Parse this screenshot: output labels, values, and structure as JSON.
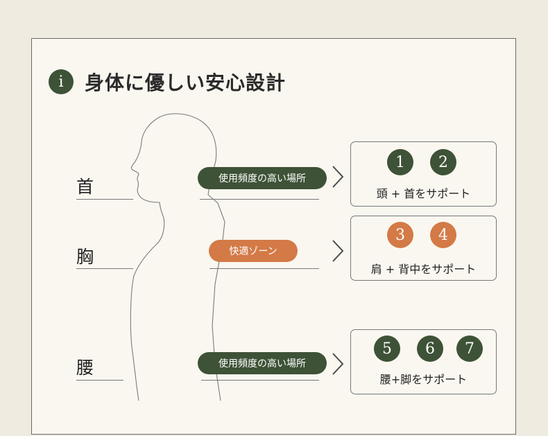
{
  "title": {
    "icon": "info-icon",
    "icon_glyph": "i",
    "text": "身体に優しい安心設計"
  },
  "labels": {
    "neck": "首",
    "chest": "胸",
    "waist": "腰"
  },
  "pills": {
    "neck": "使用頻度の高い場所",
    "chest": "快適ゾーン",
    "waist": "使用頻度の高い場所"
  },
  "boxes": {
    "neck": {
      "numbers": [
        "1",
        "2"
      ],
      "text": "頭 + 首をサポート"
    },
    "chest": {
      "numbers": [
        "3",
        "4"
      ],
      "text": "肩 + 背中をサポート"
    },
    "waist": {
      "numbers": [
        "5",
        "6",
        "7"
      ],
      "text": "腰+脚をサポート"
    }
  },
  "colors": {
    "green": "#3d5236",
    "orange": "#d37a47",
    "background": "#efebe1",
    "card": "#faf7f0"
  }
}
